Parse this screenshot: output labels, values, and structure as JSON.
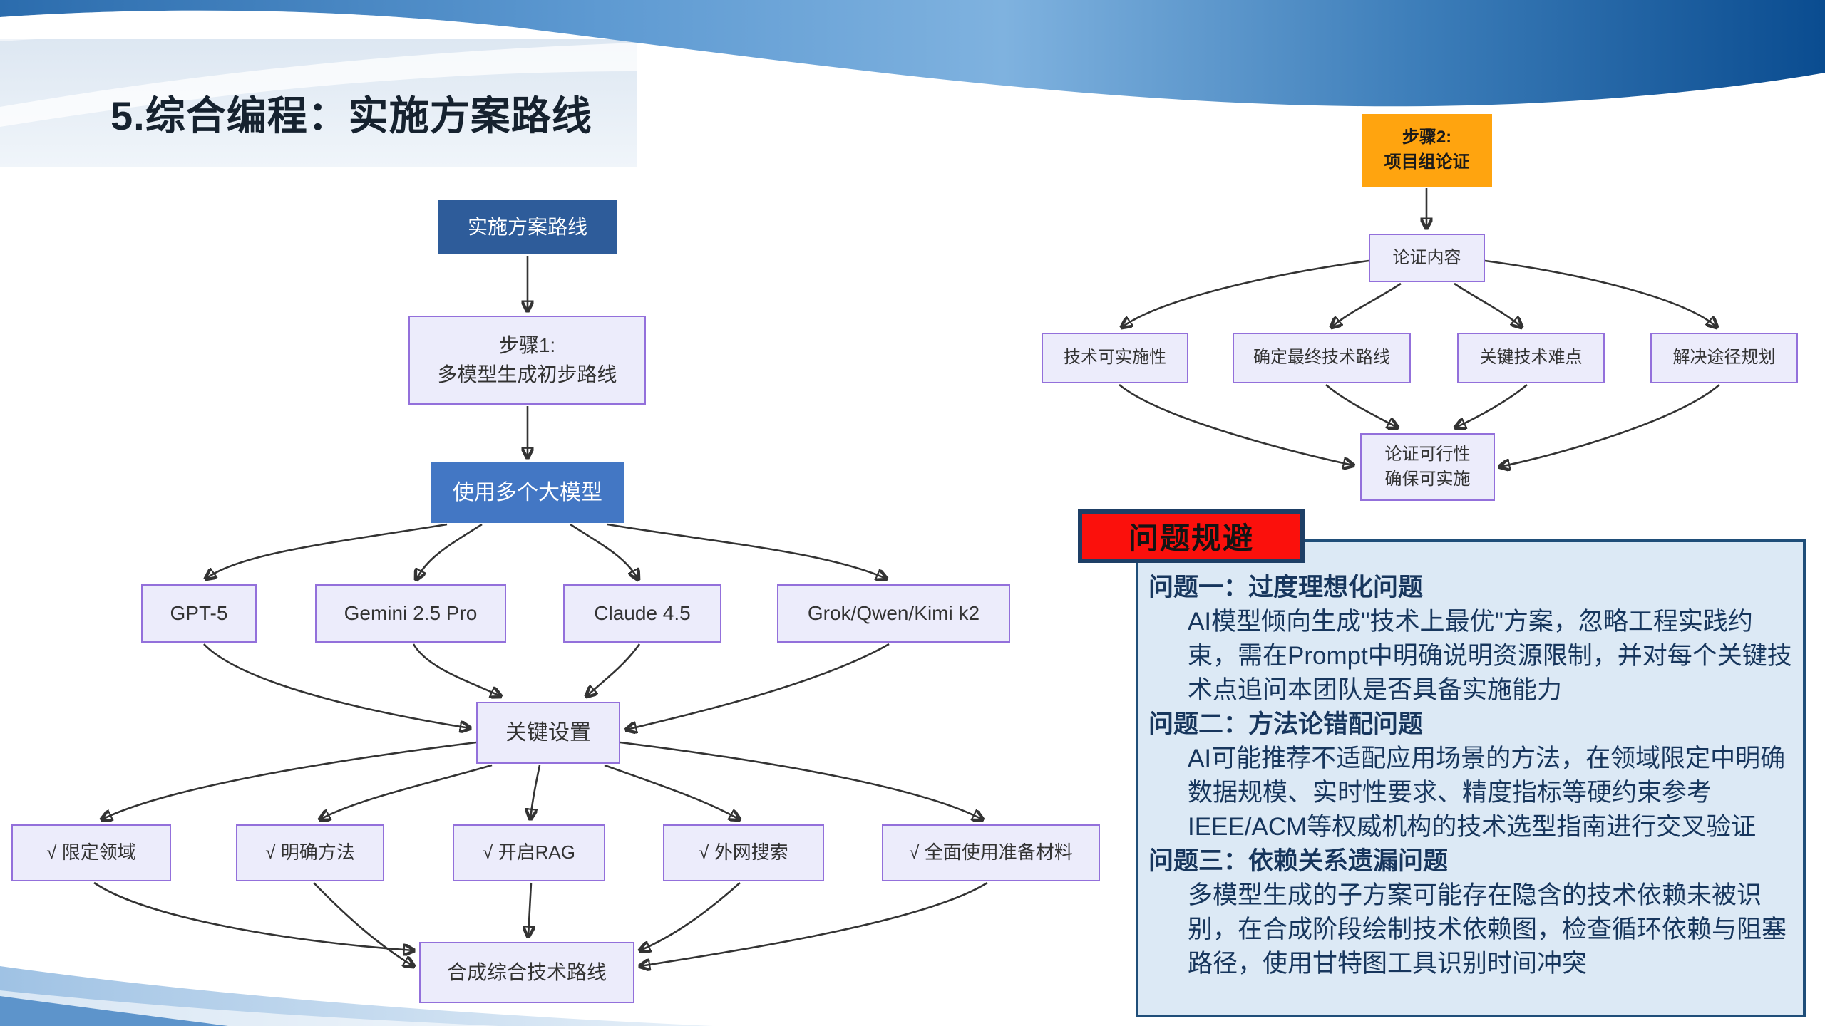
{
  "slide": {
    "title": "5.综合编程：实施方案路线"
  },
  "left_flow": {
    "root": "实施方案路线",
    "step1_line1": "步骤1:",
    "step1_line2": "多模型生成初步路线",
    "use_models": "使用多个大模型",
    "models": [
      "GPT-5",
      "Gemini 2.5 Pro",
      "Claude 4.5",
      "Grok/Qwen/Kimi k2"
    ],
    "key_settings": "关键设置",
    "checks": [
      "√ 限定领域",
      "√ 明确方法",
      "√ 开启RAG",
      "√ 外网搜索",
      "√ 全面使用准备材料"
    ],
    "synthesis": "合成综合技术路线"
  },
  "right_flow": {
    "step2_line1": "步骤2:",
    "step2_line2": "项目组论证",
    "content": "论证内容",
    "aspects": [
      "技术可实施性",
      "确定最终技术路线",
      "关键技术难点",
      "解决途径规划"
    ],
    "feasibility_line1": "论证可行性",
    "feasibility_line2": "确保可实施"
  },
  "problems": {
    "header": "问题规避",
    "items": [
      {
        "title": "问题一：过度理想化问题",
        "body": "AI模型倾向生成\"技术上最优\"方案，忽略工程实践约束，需在Prompt中明确说明资源限制，并对每个关键技术点追问本团队是否具备实施能力"
      },
      {
        "title": "问题二：方法论错配问题",
        "body": "AI可能推荐不适配应用场景的方法，在领域限定中明确数据规模、实时性要求、精度指标等硬约束参考IEEE/ACM等权威机构的技术选型指南进行交叉验证"
      },
      {
        "title": "问题三：依赖关系遗漏问题",
        "body": "多模型生成的子方案可能存在隐含的技术依赖未被识别，在合成阶段绘制技术依赖图，检查循环依赖与阻塞路径，使用甘特图工具识别时间冲突"
      }
    ]
  },
  "colors": {
    "deep_blue_node": "#2E5C9A",
    "mid_blue_node": "#4377C4",
    "lavender_node": "#ECECFB",
    "lavender_border": "#9370DB",
    "orange_node": "#FFA40F",
    "red_header": "#FB100C",
    "panel_bg": "#DCE9F5",
    "panel_border": "#1F4E79",
    "panel_text": "#17365D",
    "arrow": "#333333",
    "banner_dark_blue": "#0A4C90",
    "banner_light_blue": "#7FB2DF"
  }
}
